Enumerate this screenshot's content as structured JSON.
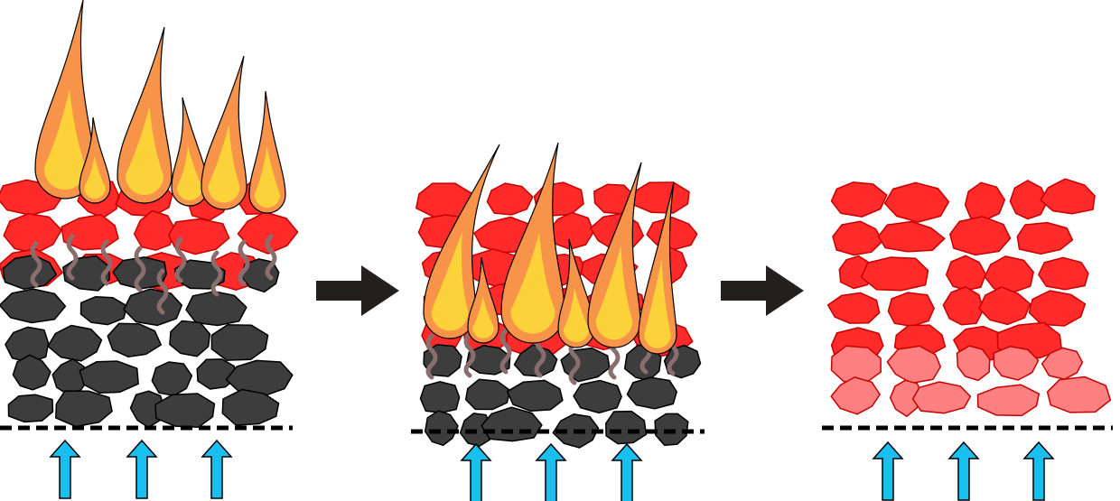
{
  "colors": {
    "coal": "#3d3d3d",
    "coal_outline": "#000000",
    "ember": "#ff2a2a",
    "ember_outline": "#c40000",
    "ash": "#ff8080",
    "ash_outline": "#c40000",
    "flame_outer": "#f7944a",
    "flame_inner": "#fcd23a",
    "smoke": "#8a6e6e",
    "air_arrow": "#19c0ef",
    "stage_arrow": "#231f1f"
  },
  "stages": [
    {
      "name": "stage-1-ignition"
    },
    {
      "name": "stage-2-burning"
    },
    {
      "name": "stage-3-embers"
    }
  ],
  "icons": [
    "air-flow-arrow-icon",
    "stage-transition-arrow-icon"
  ]
}
